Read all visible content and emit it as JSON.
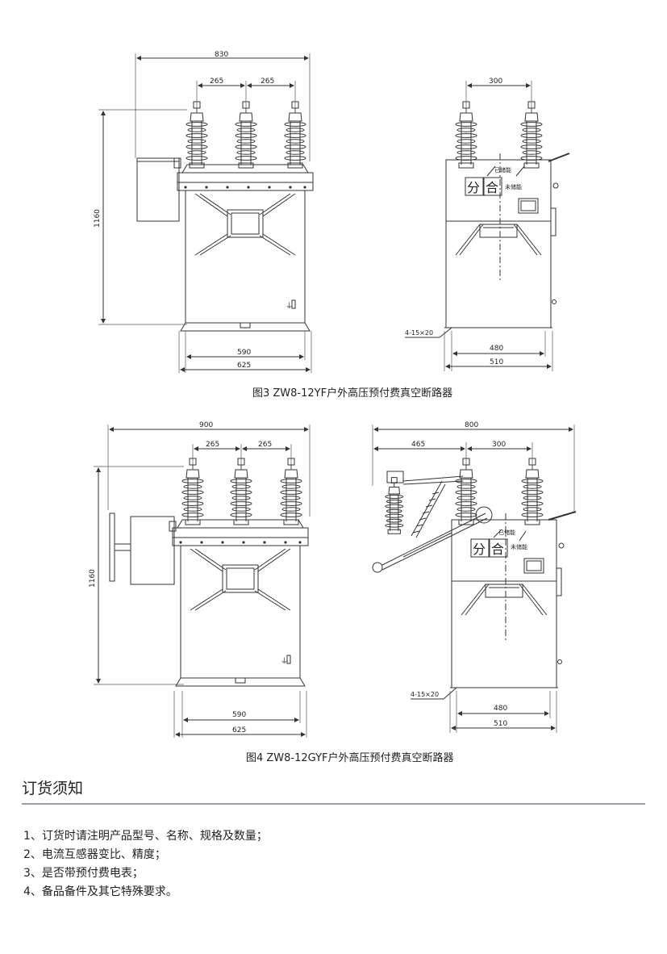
{
  "figure3": {
    "caption": "图3  ZW8-12YF户外高压预付费真空断路器",
    "front": {
      "width_total": "830",
      "pitch_left": "265",
      "pitch_right": "265",
      "height": "1160",
      "base_inner": "590",
      "base_outer": "625"
    },
    "side": {
      "pitch": "300",
      "label_open": "分",
      "label_close": "合",
      "stored_energy": "已储能",
      "not_stored": "未储能",
      "mounting_holes": "4-15×20",
      "base_inner": "480",
      "base_outer": "510"
    }
  },
  "figure4": {
    "caption": "图4 ZW8-12GYF户外高压预付费真空断路器",
    "front": {
      "width_total": "900",
      "pitch_left": "265",
      "pitch_right": "265",
      "height": "1160",
      "base_inner": "590",
      "base_outer": "625"
    },
    "side": {
      "width_total": "800",
      "isolator_offset": "465",
      "pitch": "300",
      "label_open": "分",
      "label_close": "合",
      "stored_energy": "已储能",
      "not_stored": "未储能",
      "mounting_holes": "4-15×20",
      "base_inner": "480",
      "base_outer": "510"
    }
  },
  "ordering": {
    "heading": "订货须知",
    "items": [
      {
        "num": "1",
        "text": "、订货时请注明产品型号、名称、规格及数量；"
      },
      {
        "num": "2",
        "text": "、电流互感器变比、精度；"
      },
      {
        "num": "3",
        "text": "、是否带预付费电表；"
      },
      {
        "num": "4",
        "text": "、备品备件及其它特殊要求。"
      }
    ]
  }
}
